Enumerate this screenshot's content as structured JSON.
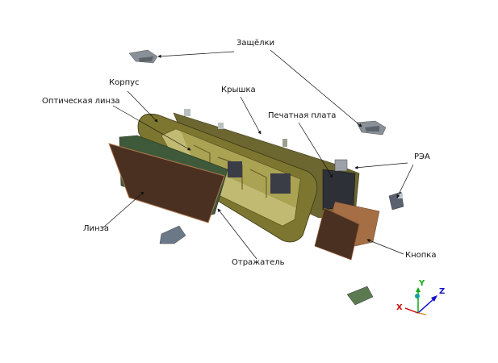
{
  "labels": {
    "latches": "Защёлки",
    "housing": "Корпус",
    "optical_lens": "Оптическая линза",
    "cover": "Крышка",
    "pcb": "Печатная плата",
    "electronics": "РЭА",
    "lens": "Линза",
    "reflector": "Отражатель",
    "button": "Кнопка"
  },
  "axes": {
    "x": "X",
    "y": "Y",
    "z": "Z"
  },
  "colors": {
    "housing": "#8a8338",
    "housing_dark": "#4a4520",
    "lens": "#4a3020",
    "reflector": "#3f5a3a",
    "latch": "#7a828c",
    "axis_x": "#cc1111",
    "axis_y": "#11aa11",
    "axis_z": "#1111cc"
  }
}
